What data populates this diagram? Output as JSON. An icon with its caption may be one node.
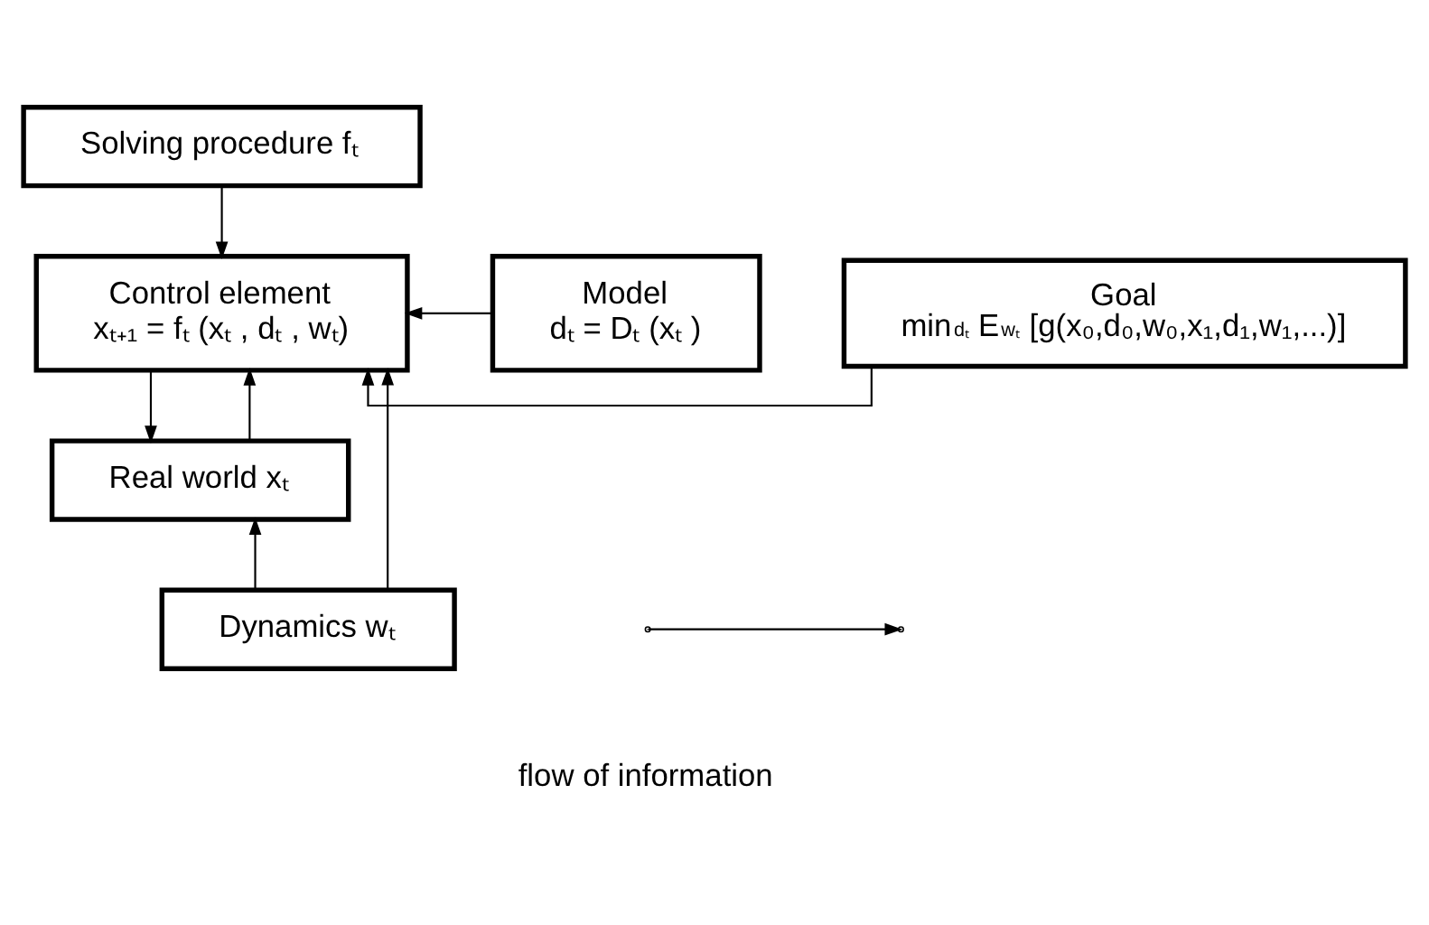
{
  "diagram": {
    "nodes": [
      {
        "text": [
          "Solving procedure fₜ"
        ]
      },
      {
        "text": [
          "Control element",
          "xₜ₊₁ = fₜ (xₜ , dₜ , wₜ)"
        ]
      },
      {
        "text": [
          "Goal",
          "min$_{dₜ}$ E$_{wₜ}$ [g(x₀,d₀,w₀,x₁,d₁,w₁,...)]"
        ]
      },
      {
        "text": [
          "Model",
          "dₜ = Dₜ (xₜ )"
        ]
      },
      {
        "text": [
          "Real world xₜ"
        ]
      },
      {
        "text": [
          "Dynamics wₜ"
        ]
      }
    ],
    "edges": [
      {
        "from": 0,
        "to": 1,
        "arrow": "to"
      },
      {
        "from": 2,
        "to": 1,
        "arrow": "to"
      },
      {
        "from": 3,
        "to": 1,
        "arrow": "to"
      },
      {
        "from": 1,
        "to": 4,
        "arrow": "to"
      },
      {
        "from": 5,
        "to": 4,
        "arrow": "to"
      },
      {
        "from": 4,
        "to": 1,
        "arrow": "to"
      },
      {
        "from": 5,
        "to": 1,
        "arrow": "to"
      }
    ],
    "legend": [
      {
        "text": "flow of information"
      }
    ]
  }
}
